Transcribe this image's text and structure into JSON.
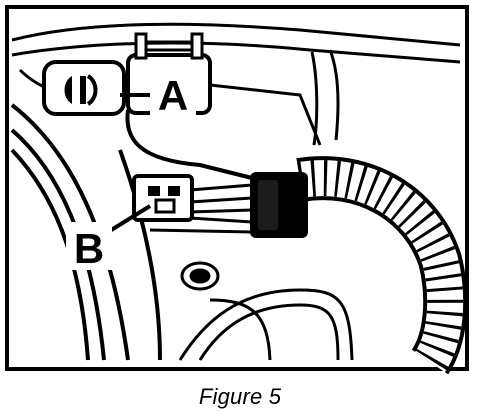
{
  "figure": {
    "caption": "Figure 5"
  },
  "callouts": {
    "a": {
      "label": "A",
      "target": "connector-a"
    },
    "b": {
      "label": "B",
      "target": "connector-b"
    }
  },
  "colors": {
    "ink": "#000000",
    "paper": "#ffffff"
  }
}
